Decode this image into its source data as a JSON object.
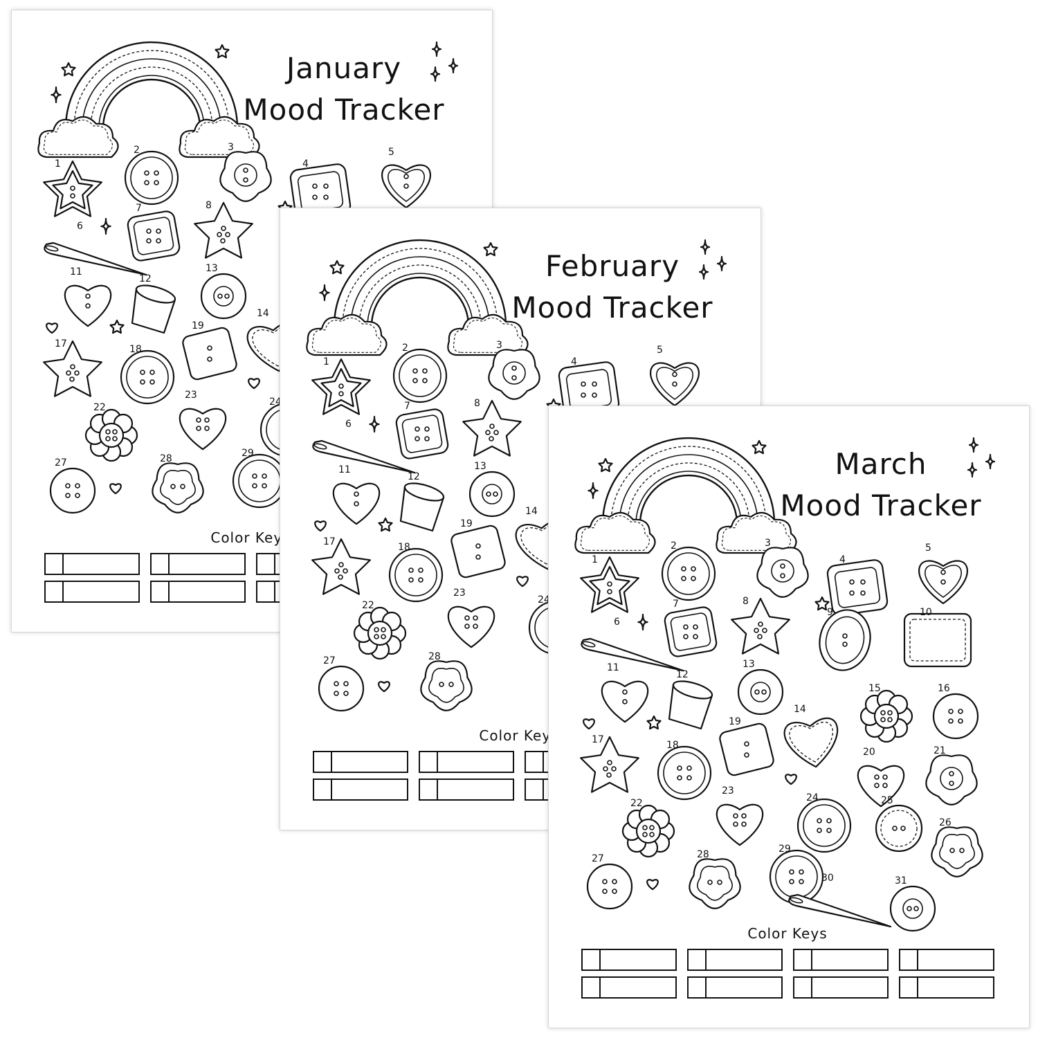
{
  "sheets": [
    {
      "id": "jan",
      "title_line1": "January",
      "title_line2": "Mood Tracker",
      "days_shown": [
        "1",
        "2",
        "3",
        "4",
        "5",
        "6",
        "7",
        "8",
        "11",
        "12",
        "13",
        "14",
        "17",
        "18",
        "19",
        "22",
        "23",
        "24",
        "27",
        "28",
        "29"
      ],
      "color_keys_label": "Color Keys"
    },
    {
      "id": "feb",
      "title_line1": "February",
      "title_line2": "Mood Tracker",
      "days_shown": [
        "1",
        "2",
        "3",
        "4",
        "5",
        "6",
        "7",
        "8",
        "11",
        "12",
        "13",
        "14",
        "17",
        "18",
        "19",
        "22",
        "23",
        "24",
        "27",
        "28"
      ],
      "color_keys_label": "Color Keys"
    },
    {
      "id": "mar",
      "title_line1": "March",
      "title_line2": "Mood Tracker",
      "days_shown": [
        "1",
        "2",
        "3",
        "4",
        "5",
        "6",
        "7",
        "8",
        "9",
        "10",
        "11",
        "12",
        "13",
        "14",
        "15",
        "16",
        "17",
        "18",
        "19",
        "20",
        "21",
        "22",
        "23",
        "24",
        "25",
        "26",
        "27",
        "28",
        "29",
        "30",
        "31"
      ],
      "color_keys_label": "Color Keys"
    }
  ],
  "colors": {
    "ink": "#111111",
    "paper": "#ffffff",
    "sheet_border": "#d6d6d6"
  },
  "icons": [
    "rainbow-icon",
    "cloud-icon",
    "star-button-icon",
    "round-button-icon",
    "flower-button-icon",
    "square-button-icon",
    "heart-button-icon",
    "needle-icon",
    "thimble-icon",
    "sparkle-icon",
    "oval-button-icon",
    "patch-icon"
  ]
}
